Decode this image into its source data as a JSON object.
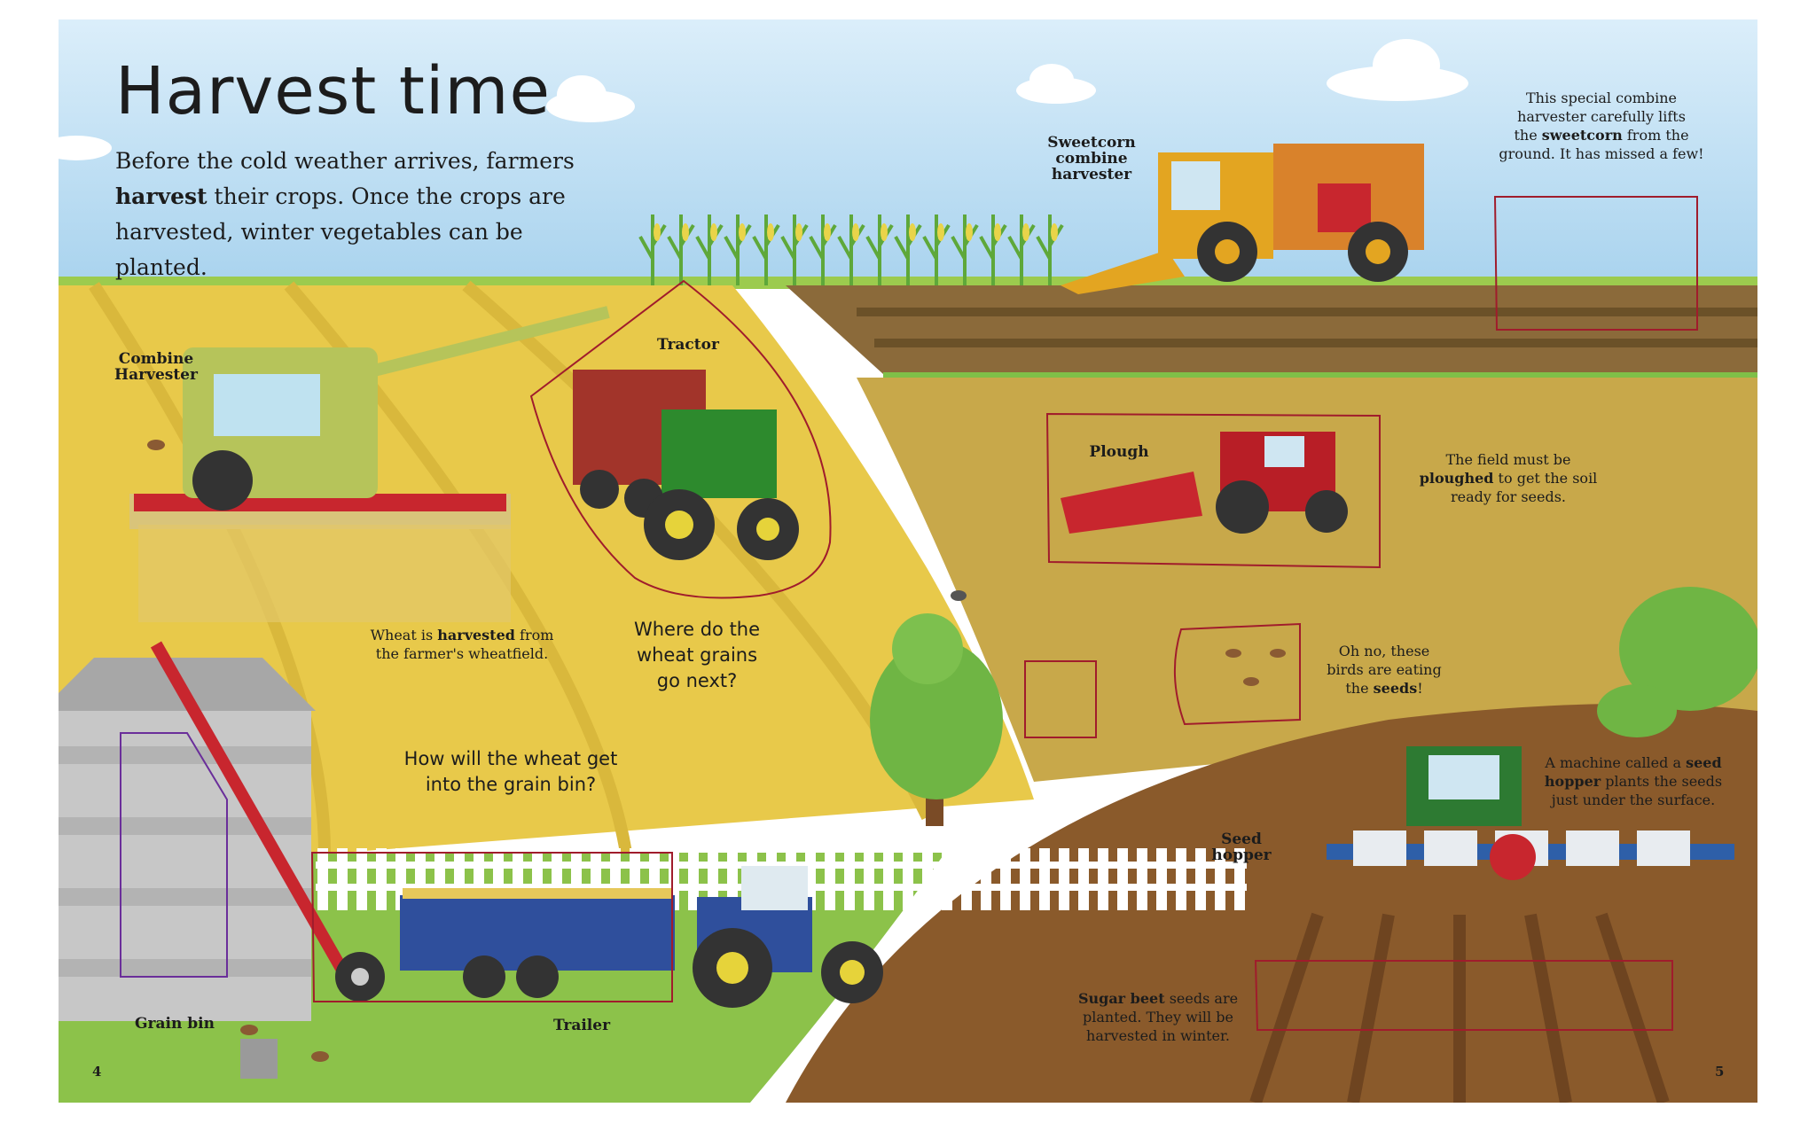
{
  "title": "Harvest time",
  "intro": {
    "line1": "Before the cold weather arrives, farmers",
    "line2_bold": "harvest",
    "line2_rest": " their crops. Once the crops are",
    "line3": "harvested, winter vegetables can be planted."
  },
  "labels": {
    "sweetcorn_harvester": [
      "Sweetcorn",
      "combine",
      "harvester"
    ],
    "combine_harvester": [
      "Combine",
      "Harvester"
    ],
    "tractor": "Tractor",
    "plough": "Plough",
    "seed_hopper": [
      "Seed",
      "hopper"
    ],
    "grain_bin": "Grain bin",
    "trailer": "Trailer"
  },
  "captions": {
    "sweetcorn": {
      "l1": "This special combine",
      "l2": "harvester carefully lifts",
      "l3a": "the ",
      "l3b": "sweetcorn",
      "l3c": " from the",
      "l4": "ground. It has missed a few!"
    },
    "wheat": {
      "l1a": "Wheat is ",
      "l1b": "harvested",
      "l1c": " from",
      "l2": "the farmer's wheatfield."
    },
    "plough": {
      "l1": "The field must be",
      "l2b": "ploughed",
      "l2c": " to get the soil",
      "l3": "ready for seeds."
    },
    "birds": {
      "l1": "Oh no, these",
      "l2": "birds are eating",
      "l3a": "the ",
      "l3b": "seeds",
      "l3c": "!"
    },
    "seed_hopper": {
      "l1a": "A machine called a ",
      "l1b": "seed",
      "l2b": "hopper",
      "l2c": " plants the seeds",
      "l3": "just under the surface."
    },
    "sugar_beet": {
      "l1b": "Sugar beet",
      "l1c": " seeds are",
      "l2": "planted. They will be",
      "l3": "harvested in winter."
    }
  },
  "questions": {
    "grains": [
      "Where do the",
      "wheat grains",
      "go next?"
    ],
    "grain_bin": [
      "How will the wheat get",
      "into the grain bin?"
    ]
  },
  "page_numbers": {
    "left": "4",
    "right": "5"
  },
  "colors": {
    "sky": "#cfe8f7",
    "wheat": "#e8c94a",
    "field": "#c9a443",
    "soil": "#8a5a2b",
    "grass": "#8cc24a",
    "outline": "#a01c2c"
  }
}
